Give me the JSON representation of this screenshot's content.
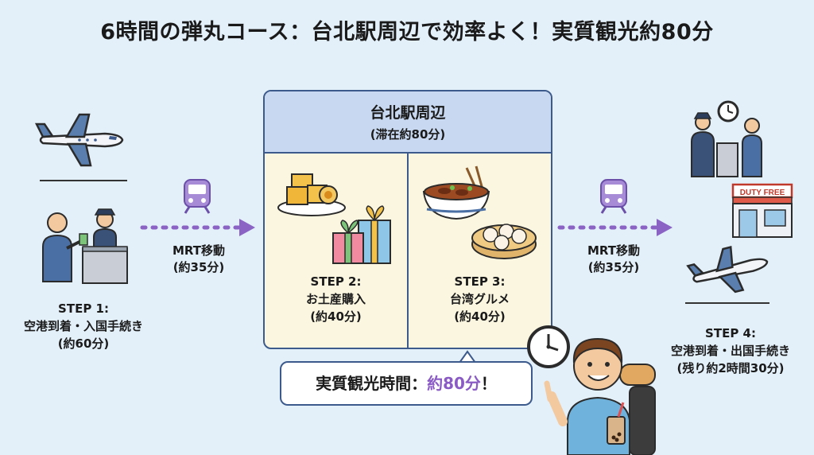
{
  "title": "6時間の弾丸コース：台北駅周辺で効率よく！実質観光約80分",
  "colors": {
    "background": "#e3f0fa",
    "box_border": "#3c5a8c",
    "box_header": "#c8d8f0",
    "box_fill": "#fbf6e0",
    "arrow": "#8a63c4",
    "highlight": "#8a5bc4"
  },
  "step1": {
    "title": "STEP 1:",
    "line1": "空港到着・入国手続き",
    "line2": "(約60分)"
  },
  "mrt_left": {
    "line1": "MRT移動",
    "line2": "(約35分)"
  },
  "center": {
    "title": "台北駅周辺",
    "subtitle": "(滞在約80分)"
  },
  "step2": {
    "title": "STEP 2:",
    "line1": "お土産購入",
    "line2": "(約40分)"
  },
  "step3": {
    "title": "STEP 3:",
    "line1": "台湾グルメ",
    "line2": "(約40分)"
  },
  "mrt_right": {
    "line1": "MRT移動",
    "line2": "(約35分)"
  },
  "step4": {
    "title": "STEP 4:",
    "line1": "空港到着・出国手続き",
    "line2": "(残り約2時間30分)"
  },
  "duty_free_sign": "DUTY FREE",
  "callout": {
    "label": "実質観光時間：",
    "value": "約80分",
    "suffix": "！"
  },
  "icons": [
    "airplane-icon",
    "immigration-counter-icon",
    "train-icon",
    "pineapple-cake-icon",
    "gift-box-icon",
    "beef-noodle-icon",
    "dumpling-steamer-icon",
    "clock-icon",
    "duty-free-shop-icon",
    "traveler-icon"
  ]
}
